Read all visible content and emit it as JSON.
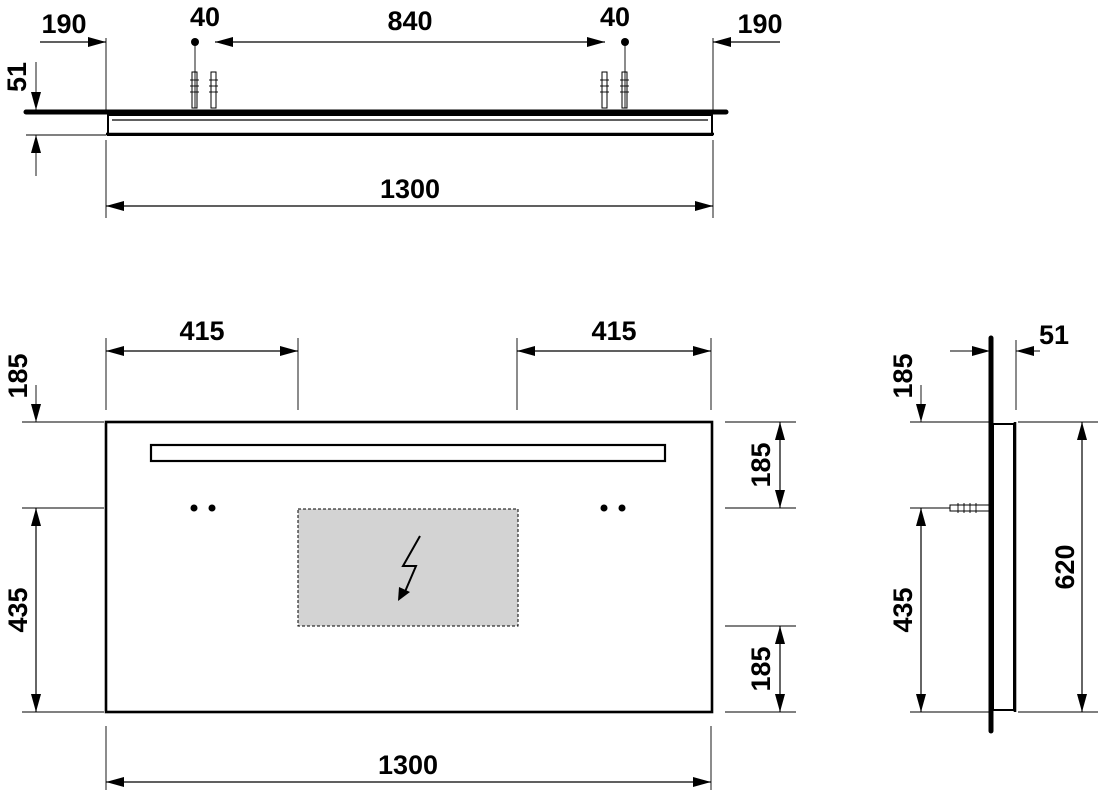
{
  "top_view": {
    "dim_left_edge": "190",
    "dim_left_hole": "40",
    "dim_hole_span": "840",
    "dim_right_hole": "40",
    "dim_right_edge": "190",
    "dim_thickness": "51",
    "dim_width": "1300"
  },
  "front_view": {
    "dim_left_hook": "415",
    "dim_right_hook": "415",
    "dim_top_offset": "185",
    "dim_lower_height": "435",
    "dim_light_bar": "185",
    "dim_bottom": "185",
    "dim_width": "1300",
    "electric_icon": "lightning-bolt-icon",
    "electric_fill": "#d3d3d3"
  },
  "side_view": {
    "dim_depth": "51",
    "dim_top_offset": "185",
    "dim_lower_height": "435",
    "dim_height": "620"
  }
}
